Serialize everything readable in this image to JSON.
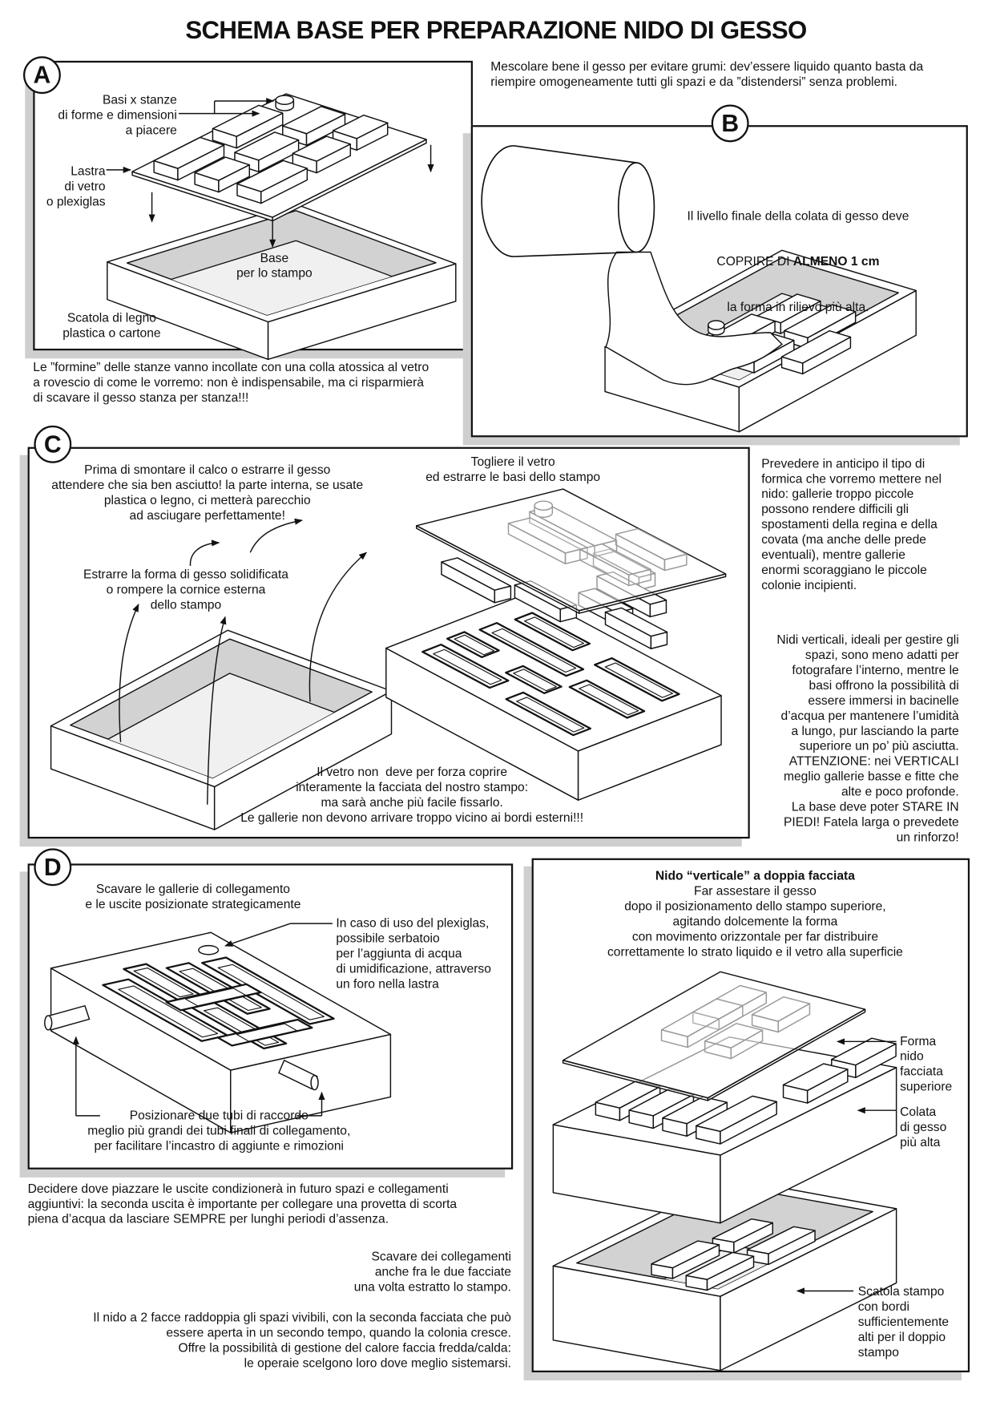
{
  "title": "SCHEMA BASE PER PREPARAZIONE NIDO DI GESSO",
  "sections": {
    "a": {
      "badge": "A",
      "label_bases": "Basi x stanze\ndi forme e dimensioni\na piacere",
      "label_glass": "Lastra\ndi vetro\no plexiglas",
      "label_base": "Base\nper lo stampo",
      "label_box": "Scatola di legno\nplastica o cartone",
      "note": "Le ”formine” delle stanze vanno incollate con una colla atossica al vetro\na rovescio di come le vorremo: non è indispensabile, ma ci risparmierà\ndi scavare il gesso stanza per stanza!!!"
    },
    "mix_note": "Mescolare bene il gesso per evitare grumi: dev’essere liquido quanto basta da\nriempire omogeneamente tutti gli spazi e da ”distendersi” senza problemi.",
    "b": {
      "badge": "B",
      "line1": "Il livello finale della colata di gesso deve",
      "line2_pre": "COPRIRE DI ",
      "line2_bold": "ALMENO 1 cm",
      "line3": "la forma in rilievo più alta."
    },
    "c": {
      "badge": "C",
      "wait_note": "Prima di smontare il calco o estrarre il gesso\nattendere che sia ben asciutto! la parte interna, se usate\nplastica o legno, ci metterà parecchio\nad asciugare perfettamente!",
      "remove_glass": "Togliere il vetro\ned estrarre le basi dello stampo",
      "extract_note": "Estrarre la forma di gesso solidificata\no rompere la cornice esterna\ndello stampo",
      "glass_note": "Il vetro non  deve per forza coprire\ninteramente la facciata del nostro stampo:\nma sarà anche più facile fissarlo.\nLe gallerie non devono arrivare troppo vicino ai bordi esterni!!!"
    },
    "side_note_1": "Prevedere in anticipo il tipo di\nformica che vorremo mettere nel\nnido: gallerie troppo piccole\npossono rendere difficili gli\nspostamenti della regina e della\ncovata (ma anche delle prede\neventuali), mentre gallerie\nenormi scoraggiano le piccole\ncolonie incipienti.",
    "side_note_2": "Nidi verticali, ideali per gestire gli\nspazi, sono meno adatti per\nfotografare l’interno, mentre le\nbasi offrono la possibilità di\nessere immersi in bacinelle\nd’acqua per mantenere l’umidità\na lungo, pur lasciando la parte\nsuperiore un po’ più asciutta.\nATTENZIONE: nei VERTICALI\nmeglio gallerie basse e fitte che\nalte e poco profonde.\nLa base deve poter STARE IN\nPIEDI! Fatela larga o prevedete\nun rinforzo!",
    "d": {
      "badge": "D",
      "dig_note": "Scavare le gallerie di collegamento\ne le uscite posizionate strategicamente",
      "plexi_note": "In caso di uso del plexiglas,\npossibile serbatoio\nper l’aggiunta di acqua\ndi umidificazione, attraverso\nun foro nella lastra",
      "tubes_note": "Posizionare due tubi di raccordo\nmeglio più grandi dei tubi finali di collegamento,\nper facilitare l’incastro di aggiunte e rimozioni"
    },
    "exits_note": "Decidere dove piazzare le uscite condizionerà in futuro spazi e collegamenti\naggiuntivi: la seconda uscita è importante per collegare una provetta di scorta\npiena d’acqua da lasciare SEMPRE per lunghi periodi d’assenza.",
    "connect_note": "Scavare dei collegamenti\nanche fra le due facciate\nuna volta estratto lo stampo.",
    "double_note": "Il nido a 2 facce raddoppia gli spazi vivibili, con la seconda facciata che può\nessere aperta in un secondo tempo, quando la colonia cresce.\nOffre la possibilità di gestione del calore faccia fredda/calda:\nle operaie scelgono loro dove meglio sistemarsi.",
    "e": {
      "heading": "Nido “verticale” a doppia facciata",
      "body": "Far assestare il gesso\ndopo il posizionamento dello stampo superiore,\nagitando dolcemente la forma\ncon movimento orizzontale per far distribuire\ncorrettamente lo strato liquido e il vetro alla superficie",
      "label_form": "Forma\nnido\nfacciata\nsuperiore",
      "label_cast": "Colata\ndi gesso\npiù alta",
      "label_box": "Scatola stampo\ncon bordi\nsufficientemente\nalti per il doppio\nstampo"
    }
  },
  "colors": {
    "ink": "#111111",
    "shadow": "#cfcfcf",
    "wall": "#d2d2d2",
    "floor": "#f0f0f0"
  }
}
